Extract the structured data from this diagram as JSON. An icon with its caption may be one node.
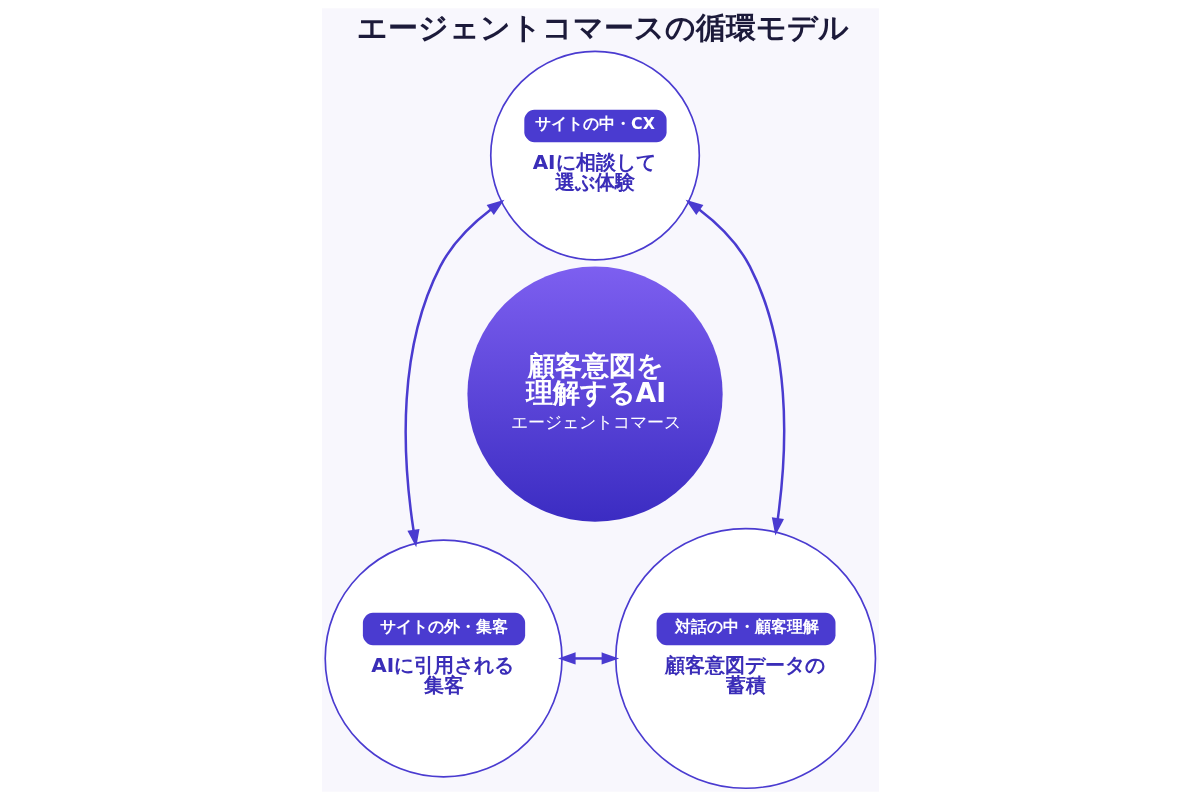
{
  "diagram": {
    "title": "エージェントコマースの循環モデル",
    "nodes": [
      {
        "text": [
          "サイトの中・CX",
          "AIに相談して選ぶ体験"
        ]
      },
      {
        "text": [
          "サイトの外・集客",
          "AIに引用される集客"
        ]
      },
      {
        "text": [
          "顧客意図を理解するAI",
          "エージェントコマース"
        ]
      },
      {
        "text": [
          "対話の中・顧客理解",
          "顧客意図データの蓄積"
        ]
      }
    ],
    "edges": [
      {
        "from": 0,
        "to": 1,
        "arrow": "both"
      },
      {
        "from": 0,
        "to": 3,
        "arrow": "both"
      },
      {
        "from": 1,
        "to": 3,
        "arrow": "both"
      }
    ]
  }
}
